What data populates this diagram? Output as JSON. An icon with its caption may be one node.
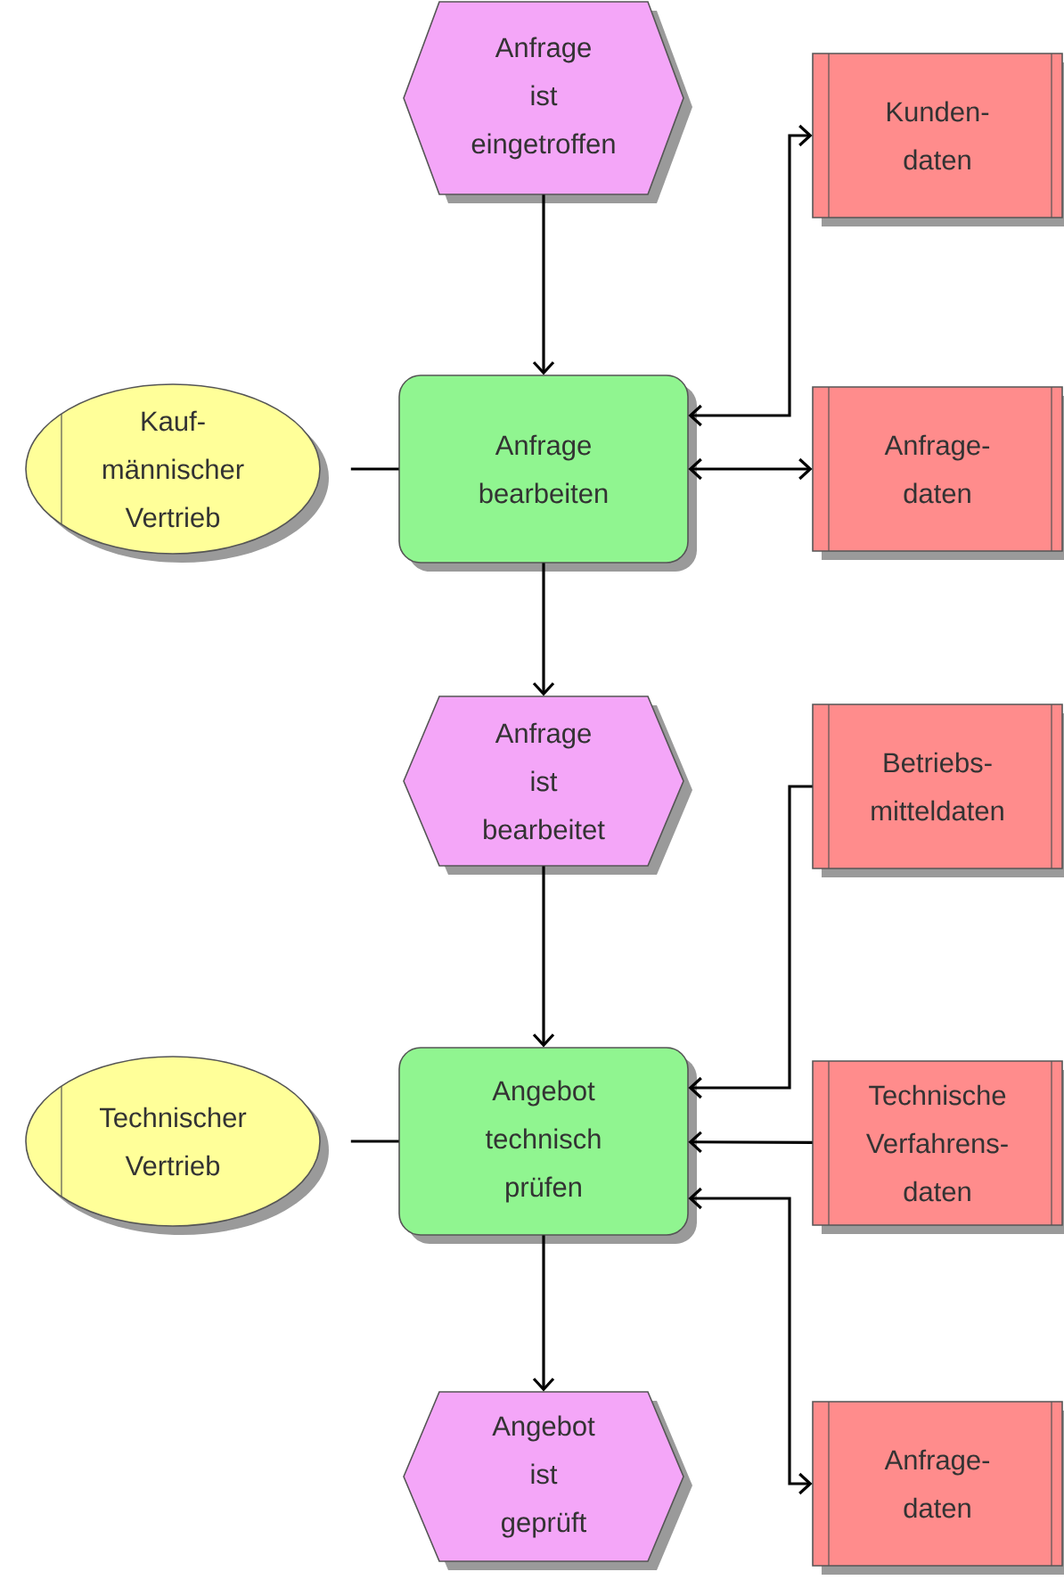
{
  "diagram": {
    "nodes": [
      {
        "text": [
          "Anfrage ist eingetroffen"
        ]
      },
      {
        "text": [
          "Kunden- daten"
        ]
      },
      {
        "text": [
          "Kauf- männischer Vertrieb"
        ]
      },
      {
        "text": [
          "Anfrage bearbeiten"
        ]
      },
      {
        "text": [
          "Anfrage- daten"
        ]
      },
      {
        "text": [
          "Anfrage ist bearbeitet"
        ]
      },
      {
        "text": [
          "Betriebs- mitteldaten"
        ]
      },
      {
        "text": [
          "Technischer Vertrieb"
        ]
      },
      {
        "text": [
          "Angebot technisch prüfen"
        ]
      },
      {
        "text": [
          "Technische Verfahrens- daten"
        ]
      },
      {
        "text": [
          "Angebot ist geprüft"
        ]
      },
      {
        "text": [
          "Anfrage- daten"
        ]
      }
    ],
    "edges": [
      {
        "from": 0,
        "to": 3,
        "arrow": "to"
      },
      {
        "from": 2,
        "to": 3,
        "arrow": "none"
      },
      {
        "from": 3,
        "to": 1,
        "arrow": "both"
      },
      {
        "from": 3,
        "to": 4,
        "arrow": "both"
      },
      {
        "from": 3,
        "to": 5,
        "arrow": "to"
      },
      {
        "from": 6,
        "to": 8,
        "arrow": "to"
      },
      {
        "from": 5,
        "to": 8,
        "arrow": "to"
      },
      {
        "from": 7,
        "to": 8,
        "arrow": "none"
      },
      {
        "from": 9,
        "to": 8,
        "arrow": "to"
      },
      {
        "from": 8,
        "to": 11,
        "arrow": "both"
      },
      {
        "from": 8,
        "to": 10,
        "arrow": "to"
      }
    ]
  }
}
